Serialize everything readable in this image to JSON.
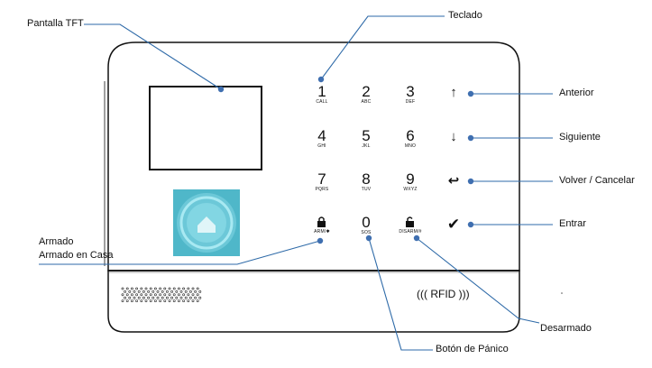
{
  "callouts": {
    "pantalla": "Pantalla TFT",
    "teclado": "Teclado",
    "anterior": "Anterior",
    "siguiente": "Siguiente",
    "volver": "Volver / Cancelar",
    "entrar": "Entrar",
    "armado": "Armado",
    "armado_casa": "Armado en Casa",
    "desarmado": "Desarmado",
    "panico": "Botón de Pánico"
  },
  "keypad": [
    {
      "digit": "1",
      "sub": "CALL"
    },
    {
      "digit": "2",
      "sub": "ABC"
    },
    {
      "digit": "3",
      "sub": "DEF"
    },
    {
      "digit": "4",
      "sub": "GHI"
    },
    {
      "digit": "5",
      "sub": "JKL"
    },
    {
      "digit": "6",
      "sub": "MNO"
    },
    {
      "digit": "7",
      "sub": "PQRS"
    },
    {
      "digit": "8",
      "sub": "TUV"
    },
    {
      "digit": "9",
      "sub": "WXYZ"
    },
    {
      "digit": "",
      "sub": "ARM/✱"
    },
    {
      "digit": "0",
      "sub": "SOS"
    },
    {
      "digit": "",
      "sub": "DISARM/#"
    }
  ],
  "nav_keys": {
    "up": "↑",
    "down": "↓",
    "back": "↩",
    "enter": "✔"
  },
  "rfid": {
    "label": "((( RFID )))"
  },
  "colors": {
    "leader_line": "#2e6aa8",
    "leader_dot": "#3f6fb0",
    "device_outline": "#111111",
    "logo_bg": "#4fb7c9",
    "logo_ring": "#7fd7e6"
  }
}
